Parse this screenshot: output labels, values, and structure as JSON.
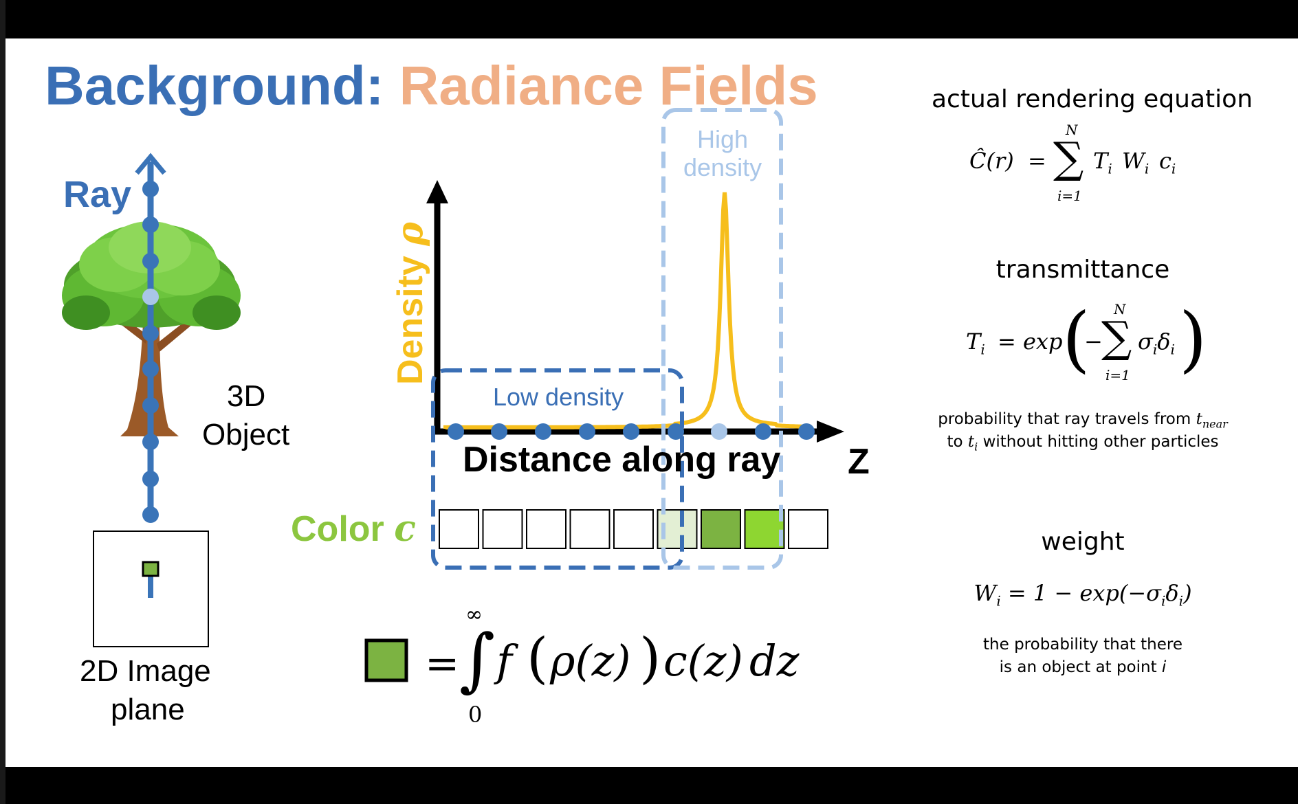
{
  "title": {
    "part1": "Background:",
    "part2": "Radiance Fields"
  },
  "colors": {
    "title_blue": "#3a6fb5",
    "title_orange": "#f0ae85",
    "density_yellow": "#f6be1c",
    "dot_blue": "#3a74b8",
    "dot_light": "#a9c6e8",
    "color_green": "#8cc63f",
    "sample_green": "#7cb342",
    "sample_bright_green": "#8ed631"
  },
  "left": {
    "ray_label": "Ray",
    "object_label_1": "3D",
    "object_label_2": "Object",
    "image_label_1": "2D Image",
    "image_label_2": "plane"
  },
  "plot": {
    "ylabel": "Density",
    "ylabel_symbol": "ρ",
    "xlabel": "Distance along ray",
    "axis_symbol": "Z",
    "low_density_label": "Low density",
    "high_density_label_1": "High",
    "high_density_label_2": "density",
    "color_label": "Color",
    "color_symbol": "c",
    "color_cells": [
      "empty",
      "empty",
      "empty",
      "empty",
      "empty",
      "pale",
      "green",
      "bright",
      "empty"
    ]
  },
  "integral": {
    "eq": "=",
    "upper": "∞",
    "lower": "0",
    "integrand": "f",
    "rho": "ρ(z)",
    "color": "c(z)",
    "dz": "dz"
  },
  "right": {
    "rendering_title": "actual rendering equation",
    "render_eq": {
      "lhs": "Ĉ(r)",
      "eq": "=",
      "sum_top": "N",
      "sum_bottom": "i=1",
      "rhs": "T",
      "rhs_sub": "i",
      "w": "W",
      "w_sub": "i",
      "c": "c",
      "c_sub": "i"
    },
    "transmittance_title": "transmittance",
    "trans_eq": {
      "lhs": "T",
      "lhs_sub": "i",
      "eq": "= exp",
      "minus": "−",
      "sum_top": "N",
      "sum_bottom": "i=1",
      "sigma": "σ",
      "delta": "δ",
      "sub": "i"
    },
    "trans_note_1a": "probability that ray travels from",
    "trans_note_1b": "t",
    "trans_note_1c": "near",
    "trans_note_2a": "to",
    "trans_note_2b": "t",
    "trans_note_2c": "i",
    "trans_note_2d": "without hitting other particles",
    "weight_title": "weight",
    "weight_eq": {
      "lhs": "W",
      "lhs_sub": "i",
      "rhs": "= 1 − exp(−σ",
      "s1": "i",
      "mid": "δ",
      "s2": "i",
      "end": ")"
    },
    "weight_note_1": "the probability that there",
    "weight_note_2a": "is an object at point",
    "weight_note_2b": "i"
  }
}
